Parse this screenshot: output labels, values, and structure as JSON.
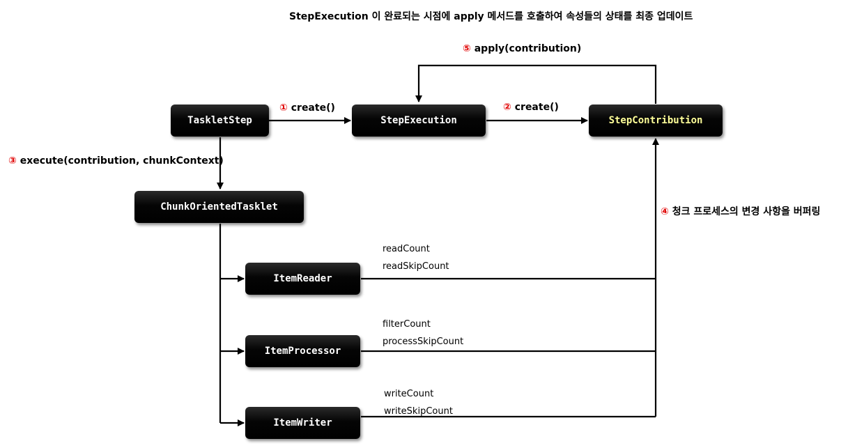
{
  "title": "StepExecution 이 완료되는 시점에 apply 메서드를 호출하여 속성들의 상태를 최종 업데이트",
  "nodes": {
    "tasklet_step": "TaskletStep",
    "step_execution": "StepExecution",
    "step_contribution": "StepContribution",
    "chunk_tasklet": "ChunkOrientedTasklet",
    "item_reader": "ItemReader",
    "item_processor": "ItemProcessor",
    "item_writer": "ItemWriter"
  },
  "edges": {
    "create1": {
      "num": "①",
      "text": "create()"
    },
    "create2": {
      "num": "②",
      "text": "create()"
    },
    "execute": {
      "num": "③",
      "text": "execute(contribution, chunkContext)"
    },
    "buffer": {
      "num": "④",
      "text": "청크 프로세스의 변경 사항을 버퍼링"
    },
    "apply": {
      "num": "⑤",
      "text": "apply(contribution)"
    }
  },
  "counts": {
    "reader": [
      "readCount",
      "readSkipCount"
    ],
    "processor": [
      "filterCount",
      "processSkipCount"
    ],
    "writer": [
      "writeCount",
      "writeSkipCount"
    ]
  },
  "colors": {
    "node_bg": "#000000",
    "node_text": "#ffffff",
    "accent_text": "#ffff99",
    "step_number": "#e00000",
    "line": "#000000"
  }
}
